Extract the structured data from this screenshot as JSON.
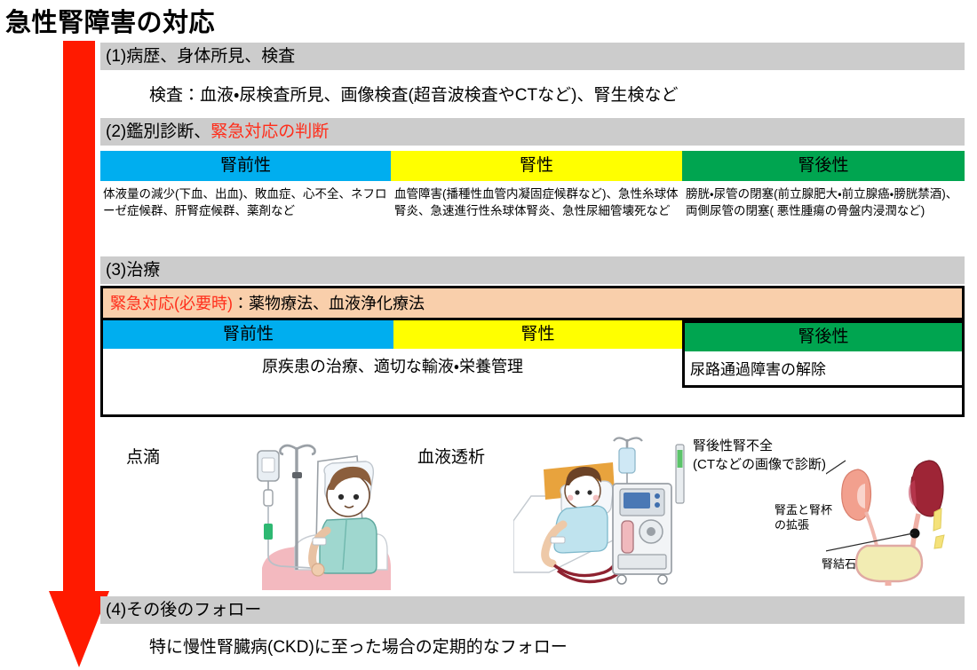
{
  "title": "急性腎障害の対応",
  "colors": {
    "prerenal": "#00aeef",
    "renal": "#ffff00",
    "postrenal": "#00a550",
    "header_gray": "#cccccc",
    "emergency_bg": "#f9cfab",
    "accent_red": "#ff2d1a",
    "arrow_red": "#ff1a00"
  },
  "arrow": {
    "name": "downward-flow-arrow"
  },
  "sections": {
    "s1": {
      "header": "(1)病歴、身体所見、検査",
      "body": "検査：血液・尿検査所見、画像検査(超音波検査やCTなど)、腎生検など"
    },
    "s2": {
      "header_prefix": "(2)鑑別診断、",
      "header_highlight": "緊急対応の判断",
      "categories": [
        {
          "label": "腎前性",
          "desc": "体液量の減少(下血、出血)、敗血症、心不全、ネフローゼ症候群、肝腎症候群、薬剤など"
        },
        {
          "label": "腎性",
          "desc": "血管障害(播種性血管内凝固症候群など)、急性糸球体腎炎、急速進行性糸球体腎炎、急性尿細管壊死など"
        },
        {
          "label": "腎後性",
          "desc": "膀胱・尿管の閉塞(前立腺肥大・前立腺癌・膀胱禁酒)、両側尿管の閉塞( 悪性腫瘍の骨盤内浸潤など)"
        }
      ]
    },
    "s3": {
      "header": "(3)治療",
      "emergency_red": "緊急対応(必要時)",
      "emergency_black": "：薬物療法、血液浄化療法",
      "categories": [
        {
          "label": "腎前性"
        },
        {
          "label": "腎性"
        },
        {
          "label": "腎後性"
        }
      ],
      "main_text": "原疾患の治療、適切な輸液・栄養管理",
      "postrenal_text": "尿路通過障害の解除"
    },
    "s4": {
      "header": "(4)その後のフォロー",
      "body": "特に慢性腎臓病(CKD)に至った場合の定期的なフォロー"
    }
  },
  "illustrations": {
    "drip_label": "点滴",
    "dialysis_label": "血液透析",
    "kidney_title_line1": "腎後性腎不全",
    "kidney_title_line2": "(CTなどの画像で診断)",
    "callout_pelvis_line1": "腎盂と腎杯",
    "callout_pelvis_line2": "の拡張",
    "callout_stone": "腎結石"
  }
}
